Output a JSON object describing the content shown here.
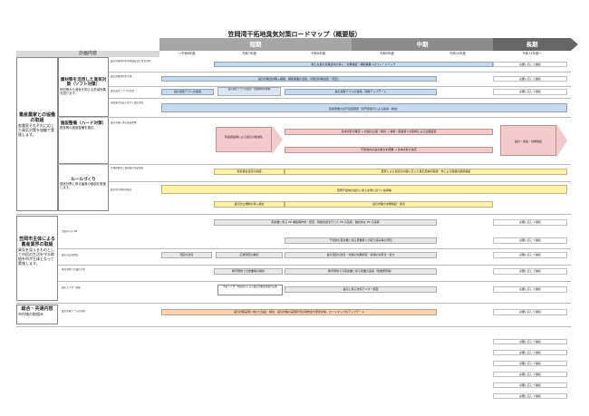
{
  "title": "笠岡湾干拓地臭気対策ロードマップ（概要版）",
  "phases": {
    "short": "短期",
    "mid": "中期",
    "long": "長期"
  },
  "header": {
    "content": "計画内容"
  },
  "years": [
    "～令和6年度",
    "令和7年度",
    "令和8年度",
    "令和9年度",
    "令和10年度",
    "令和11年度～"
  ],
  "sections": {
    "s1": {
      "title": "畜産農家との協働の取組",
      "desc": "各農家それぞれに応じた臭気対策を協働で実践します。"
    },
    "s2": {
      "title": "笠岡市主体による畜産業界の取組",
      "desc": "臭気を見えるものとして市民の生活を守る取組を市が主体となって実施します。"
    },
    "s3": {
      "title": "総合・共通内容",
      "desc": "市内域の取組み"
    }
  },
  "subs": {
    "soft": {
      "title": "資材等を活用した臭気対策（ソフト対策）",
      "desc": "資材等から臭気を抑える低減効果を図ります。"
    },
    "hard": {
      "title": "施設整備（ハード対策）",
      "desc": "脱臭等の施設整備を検討。"
    },
    "rule": {
      "title": "ルールづくり",
      "desc": "臭気対策に係る畜産の取組を推進します。"
    }
  },
  "items": {
    "i1": "臭気対策資材の効果検証及び普及活用",
    "i2": "臭気対策資材の活用",
    "i3": "臭気報告アプリの活用",
    "i4": "環境保全協定に基づく臭気測定",
    "i5": "臭気対策に係る施設整備",
    "i6": "大規模農家と環境保全協定締結",
    "i7": "臭気防止規制の検討",
    "i8": "市民等への PR",
    "i9": "臭気の広域測定",
    "i10": "教育現場での臭気学習",
    "i11": "臭気モニター調査",
    "i12": "臭気対策チームの活動"
  },
  "bars": {
    "b1": "新たな臭気対策資材の導入・効果検証・補助事業へのフィードバック",
    "b2": "必要に応じて継続",
    "b3": "臭気対策資材購入補助、補助事業の活用、対象資材等追加・見直し",
    "b4": "臭気報告アプリの運用",
    "b5": "臭気報告アプリの改善・管理体制の整備",
    "b6": "臭気報告アプリの運用、随時アップデート",
    "b7": "畜産農業の全戸巡回調査（専門家随行による指導・助言）",
    "b8": "防臭施設等による臭気の削減化",
    "b9": "基本方針の策定 → 計画の立案・検討 → 技術・脱臭者への助成による全面設置",
    "b10": "干拓地内の臭の動きを把握 → 基本方針の決定",
    "b11": "設計・建設・効果検証",
    "b12": "環境保全協定の締結",
    "b13": "農家による協定の内容に沿った臭気低減の取組・市による取組の確認検証",
    "b14": "笠岡干拓地の臭気に係る条例に基づく指導等",
    "b15": "臭気防止規制の導入検討",
    "b16": "臭気対策の効果検証・改善",
    "b17": "畜産業に係る PR 看板等作成・配置、移動支援を行った PR の実施、継続的な PR の実施",
    "b18": "干拓地の畜産業に係る農業者との取り組み等の周知",
    "b19": "測定の改善",
    "b20": "広域測定の継続",
    "b21": "臭気測定の改善・対策の効果調査・情報の共有化・拡大",
    "b22": "教育現場での授業等の検討",
    "b23": "教育現場での畜産業に係る授業の実施（危機発見等）",
    "b24": "市民モニター制度導入による臭気の確認調査の実施",
    "b25": "臭気に係る市民モニター調査",
    "b26": "臭気対策実施に向けた協議・検討、臭気対策の実施状況の報告会や意見交換、ロードマップのアップデート",
    "cont": "必要に応じて継続"
  },
  "colors": {
    "phase": "#7f7f7f",
    "short": "#8c8c8c",
    "mid": "#707070",
    "long": "#555555"
  }
}
